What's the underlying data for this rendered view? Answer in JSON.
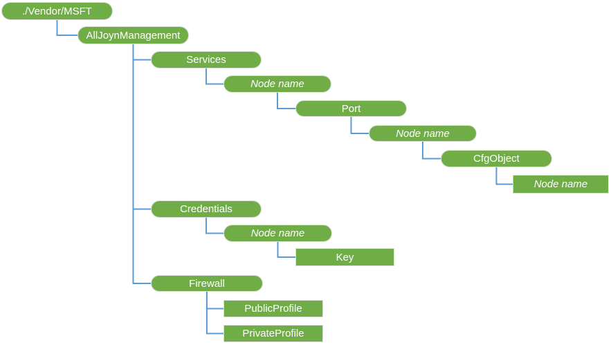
{
  "colors": {
    "node_fill": "#70ad47",
    "node_border": "#dcdcdc",
    "node_text": "#ffffff",
    "connector": "#5b9bd5",
    "background": "#ffffff"
  },
  "diagram": {
    "type": "tree",
    "root_label": "./Vendor/MSFT"
  },
  "nodes": [
    {
      "id": 0,
      "label": "./Vendor/MSFT",
      "shape": "pill",
      "italic": false,
      "parent_index": null
    },
    {
      "id": 1,
      "label": "AllJoynManagement",
      "shape": "pill",
      "italic": false,
      "parent_index": 0
    },
    {
      "id": 2,
      "label": "Services",
      "shape": "pill",
      "italic": false,
      "parent_index": 1
    },
    {
      "id": 3,
      "label": "Node name",
      "shape": "pill",
      "italic": true,
      "parent_index": 2
    },
    {
      "id": 4,
      "label": "Port",
      "shape": "pill",
      "italic": false,
      "parent_index": 3
    },
    {
      "id": 5,
      "label": "Node name",
      "shape": "pill",
      "italic": true,
      "parent_index": 4
    },
    {
      "id": 6,
      "label": "CfgObject",
      "shape": "pill",
      "italic": false,
      "parent_index": 5
    },
    {
      "id": 7,
      "label": "Node name",
      "shape": "rect",
      "italic": true,
      "parent_index": 6
    },
    {
      "id": 8,
      "label": "Credentials",
      "shape": "pill",
      "italic": false,
      "parent_index": 1
    },
    {
      "id": 9,
      "label": "Node name",
      "shape": "pill",
      "italic": true,
      "parent_index": 8
    },
    {
      "id": 10,
      "label": "Key",
      "shape": "rect",
      "italic": false,
      "parent_index": 9
    },
    {
      "id": 11,
      "label": "Firewall",
      "shape": "pill",
      "italic": false,
      "parent_index": 1
    },
    {
      "id": 12,
      "label": "PublicProfile",
      "shape": "rect",
      "italic": false,
      "parent_index": 11
    },
    {
      "id": 13,
      "label": "PrivateProfile",
      "shape": "rect",
      "italic": false,
      "parent_index": 11
    }
  ]
}
